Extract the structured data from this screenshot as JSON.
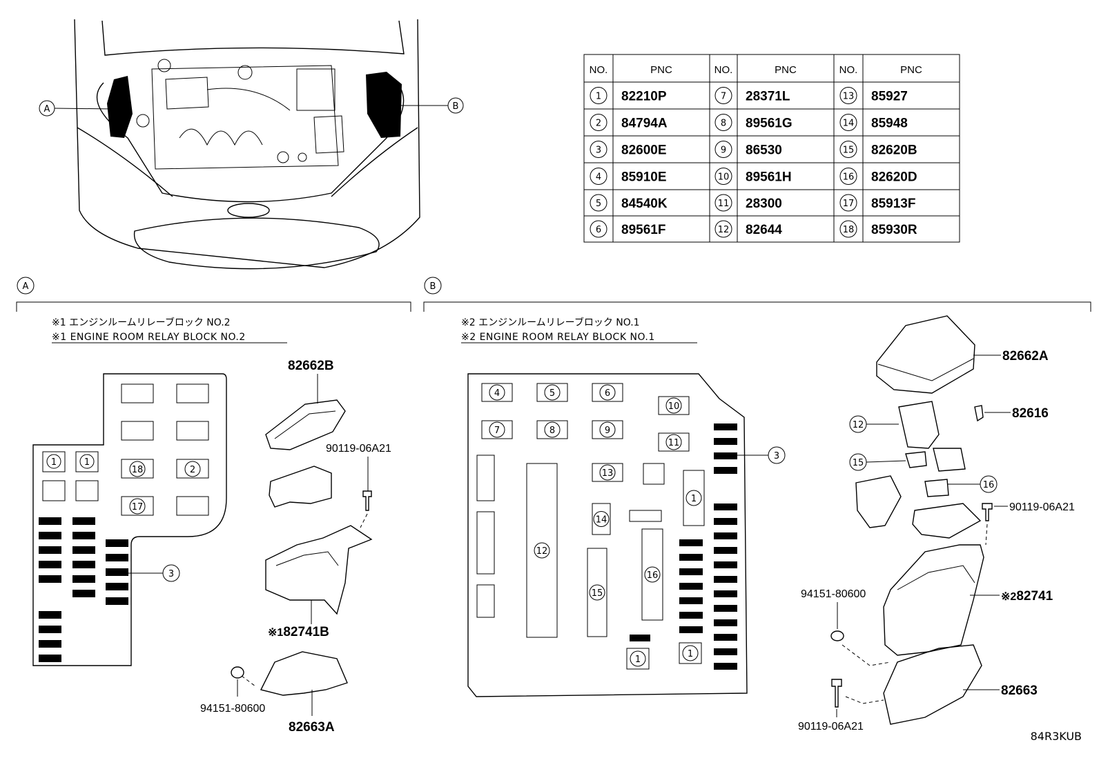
{
  "pnc_table": {
    "headers": [
      "NO.",
      "PNC",
      "NO.",
      "PNC",
      "NO.",
      "PNC"
    ],
    "rows": [
      [
        {
          "no": "1",
          "pnc": "82210P"
        },
        {
          "no": "7",
          "pnc": "28371L"
        },
        {
          "no": "13",
          "pnc": "85927"
        }
      ],
      [
        {
          "no": "2",
          "pnc": "84794A"
        },
        {
          "no": "8",
          "pnc": "89561G"
        },
        {
          "no": "14",
          "pnc": "85948"
        }
      ],
      [
        {
          "no": "3",
          "pnc": "82600E"
        },
        {
          "no": "9",
          "pnc": "86530"
        },
        {
          "no": "15",
          "pnc": "82620B"
        }
      ],
      [
        {
          "no": "4",
          "pnc": "85910E"
        },
        {
          "no": "10",
          "pnc": "89561H"
        },
        {
          "no": "16",
          "pnc": "82620D"
        }
      ],
      [
        {
          "no": "5",
          "pnc": "84540K"
        },
        {
          "no": "11",
          "pnc": "28300"
        },
        {
          "no": "17",
          "pnc": "85913F"
        }
      ],
      [
        {
          "no": "6",
          "pnc": "89561F"
        },
        {
          "no": "12",
          "pnc": "82644"
        },
        {
          "no": "18",
          "pnc": "85930R"
        }
      ]
    ]
  },
  "overview": {
    "label_a": "A",
    "label_b": "B"
  },
  "section_a": {
    "marker": "A",
    "title_jp": "※1 エンジンルームリレーブロック NO.2",
    "title_en": "※1 ENGINE ROOM RELAY BLOCK NO.2",
    "block_numbers": {
      "n1a": "1",
      "n1b": "1",
      "n18": "18",
      "n2": "2",
      "n17": "17",
      "n3": "3"
    },
    "parts": {
      "cover": "82662B",
      "bolt": "90119-06A21",
      "block_mark": "※1",
      "block": "82741B",
      "clip": "94151-80600",
      "lower": "82663A"
    }
  },
  "section_b": {
    "marker": "B",
    "title_jp": "※2 エンジンルームリレーブロック NO.1",
    "title_en": "※2 ENGINE ROOM RELAY BLOCK NO.1",
    "block_numbers": {
      "n4": "4",
      "n5": "5",
      "n6": "6",
      "n10": "10",
      "n7": "7",
      "n8": "8",
      "n9": "9",
      "n11": "11",
      "n3": "3",
      "n13": "13",
      "n1a": "1",
      "n12": "12",
      "n14": "14",
      "n15": "15",
      "n16": "16",
      "n1b": "1",
      "n1c": "1"
    },
    "parts": {
      "cover": "82662A",
      "clip": "82616",
      "n12": "12",
      "n15": "15",
      "n16": "16",
      "bolt_top": "90119-06A21",
      "clip2": "94151-80600",
      "block_mark": "※2",
      "block": "82741",
      "lower": "82663",
      "bolt_bottom": "90119-06A21"
    }
  },
  "figure_id": "84R3KUB"
}
